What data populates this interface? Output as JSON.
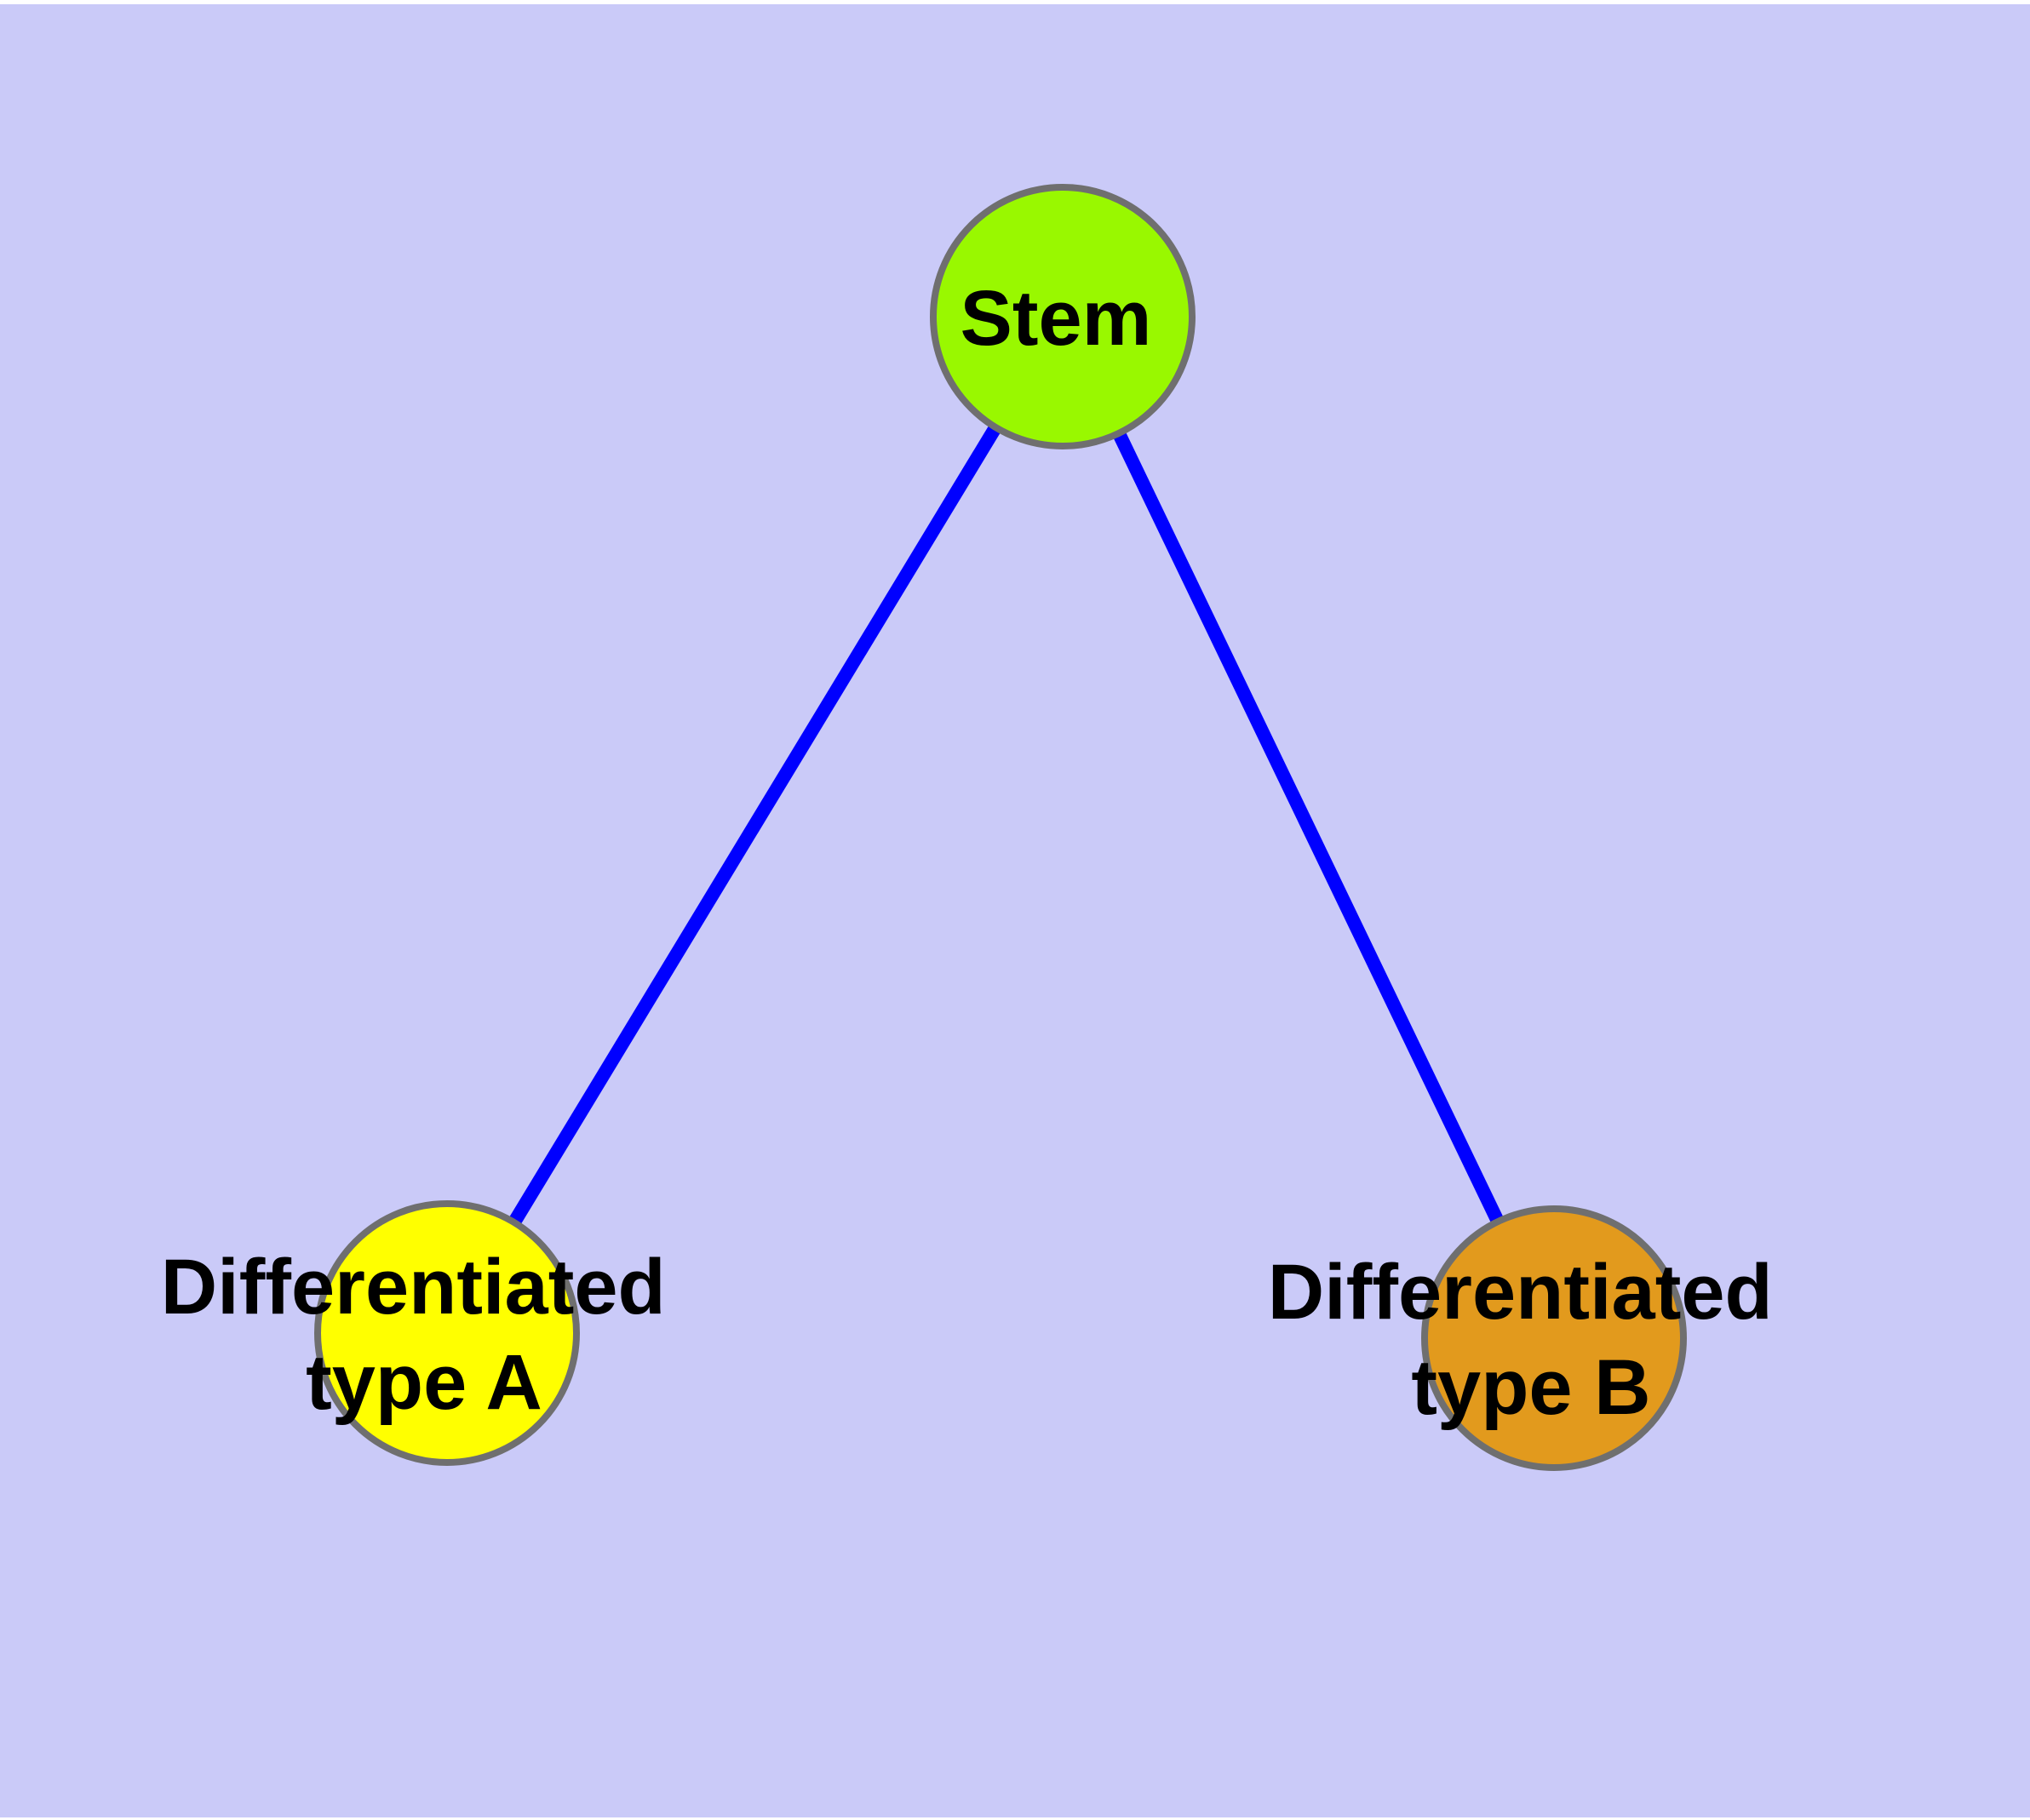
{
  "diagram": {
    "type": "graph",
    "background_color": "#CACAF8",
    "margin_color": "#FFFFFF",
    "edge_color": "#0000FF",
    "node_border_color": "#6F6F6F",
    "label_color": "#000000",
    "nodes": [
      {
        "id": "stem",
        "label": "Stem",
        "fill": "#99F800"
      },
      {
        "id": "differentiated-type-a",
        "label": "Differentiated type A",
        "line1": "Differentiated",
        "line2": "type A",
        "fill": "#FFFF00"
      },
      {
        "id": "differentiated-type-b",
        "label": "Differentiated type B",
        "line1": "Differentiated",
        "line2": "type B",
        "fill": "#E29A1D"
      }
    ],
    "edges": [
      {
        "from": "Stem",
        "to": "Differentiated type A"
      },
      {
        "from": "Stem",
        "to": "Differentiated type B"
      }
    ]
  }
}
